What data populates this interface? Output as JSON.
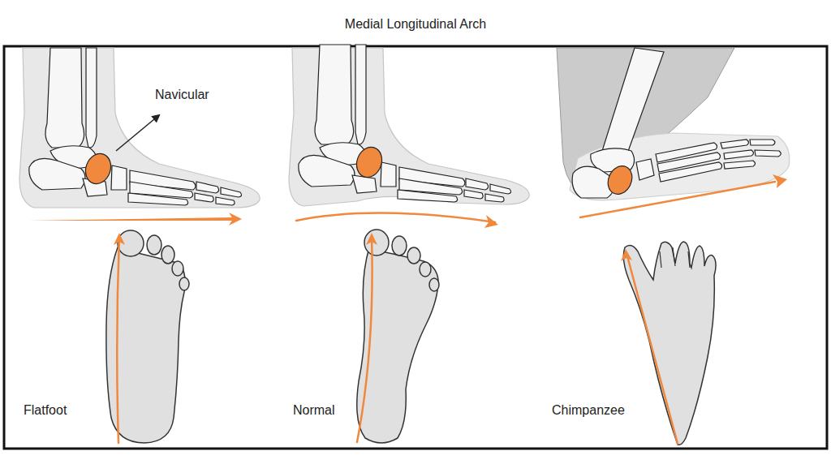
{
  "diagram": {
    "title": "Medial Longitudinal Arch",
    "labels": [
      "Navicular",
      "Flatfoot",
      "Normal",
      "Chimpanzee"
    ]
  }
}
